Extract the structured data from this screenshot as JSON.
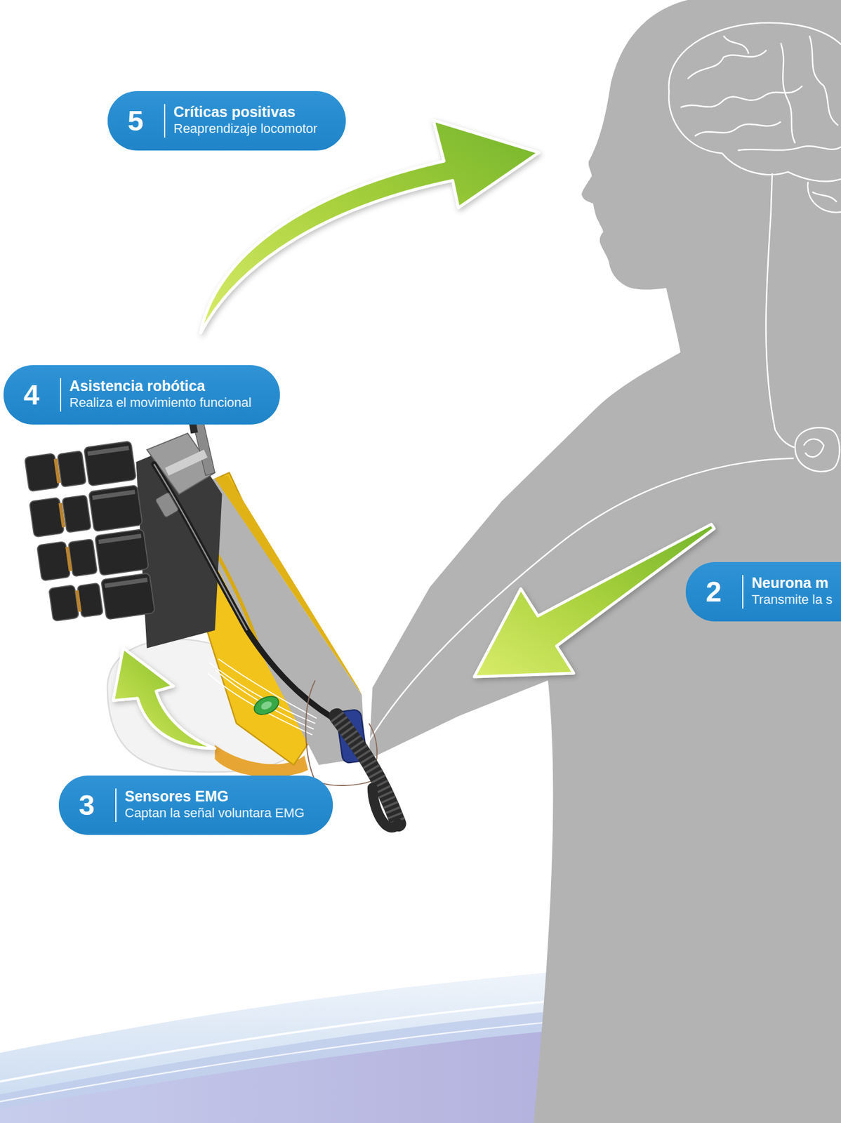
{
  "diagram": {
    "nodes": [
      {
        "text": [
          "5",
          "Críticas positivas",
          "Reaprendizaje locomotor"
        ]
      },
      {
        "text": [
          "4",
          "Asistencia robótica",
          "Realiza el movimiento funcional"
        ]
      },
      {
        "text": [
          "2",
          "Neurona m",
          "Transmite la s"
        ]
      },
      {
        "text": [
          "3",
          "Sensores EMG",
          "Captan la señal voluntara EMG"
        ]
      }
    ]
  }
}
